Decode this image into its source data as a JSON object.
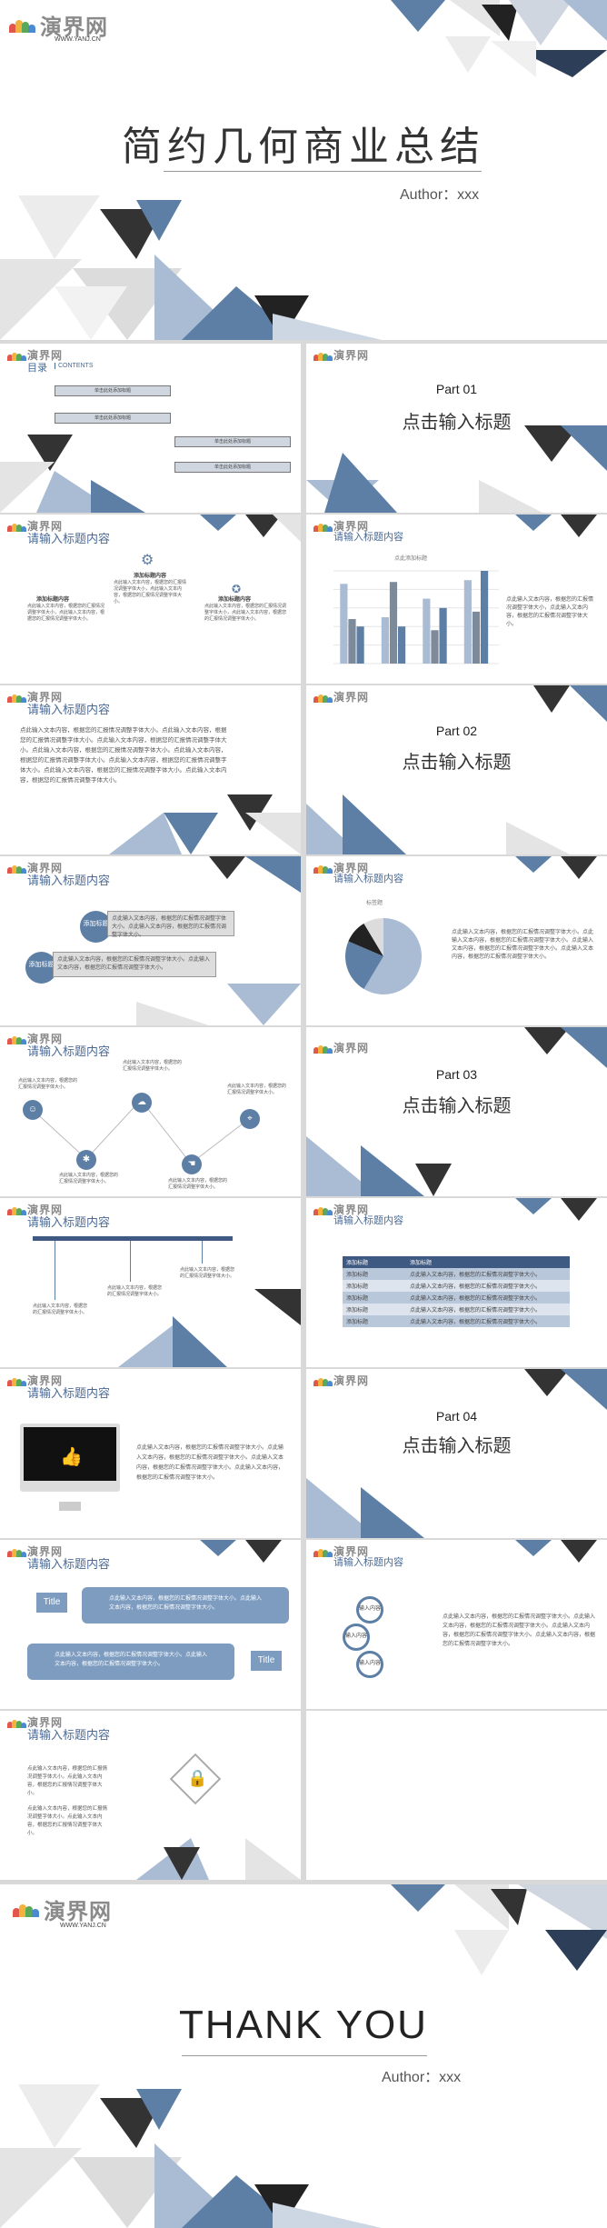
{
  "brand": {
    "logo_text": "演界网",
    "logo_url": "WWW.YANJ.CN"
  },
  "colors": {
    "accent": "#5d7fa6",
    "dark": "#2c3e58",
    "light": "#a9bcd3",
    "grey": "#e8e8e8"
  },
  "cover": {
    "title": "简约几何商业总结",
    "author": "Author：xxx"
  },
  "toc": {
    "title": "目录",
    "subtitle": "CONTENTS",
    "items": [
      "单击此处添加标题",
      "单击此处添加标题",
      "单击此处添加标题",
      "单击此处添加标题"
    ]
  },
  "parts": [
    {
      "label": "Part   01",
      "title": "点击输入标题"
    },
    {
      "label": "Part   02",
      "title": "点击输入标题"
    },
    {
      "label": "Part   03",
      "title": "点击输入标题"
    },
    {
      "label": "Part   04",
      "title": "点击输入标题"
    }
  ],
  "content_title": "请输入标题内容",
  "slide3": {
    "center_title": "添加标题内容",
    "center_text": "点此输入文本内容，根据您的汇报情况调整字体大小，点此输入文本内容，根据您的汇报情况调整字体大小。",
    "left_title": "添加标题内容",
    "left_text": "点此输入文本内容，根据您的汇报情况调整字体大小，点此输入文本内容，根据您的汇报情况调整字体大小。",
    "right_title": "添加标题内容",
    "right_text": "点此输入文本内容，根据您的汇报情况调整字体大小，点此输入文本内容，根据您的汇报情况调整字体大小。",
    "icons": [
      "gear-icon",
      "compass-icon"
    ]
  },
  "slide4": {
    "chart_title": "点此添加标题",
    "text": "点此输入文本内容，根据您的汇报情况调整字体大小，点此输入文本内容，根据您的汇报情况调整字体大小。"
  },
  "chart_data": [
    {
      "type": "bar",
      "title": "点此添加标题",
      "categories": [
        "",
        "",
        "",
        ""
      ],
      "series": [
        {
          "values": [
            4.3,
            2.5,
            3.5,
            4.5
          ]
        },
        {
          "values": [
            2.4,
            4.4,
            1.8,
            2.8
          ]
        },
        {
          "values": [
            2,
            2,
            3,
            5
          ]
        }
      ],
      "ylim": [
        0,
        5
      ]
    },
    {
      "type": "pie",
      "title": "标签题",
      "values": [
        8.2,
        3.2,
        1.4,
        1.2
      ],
      "labels": [
        "",
        "",
        "",
        ""
      ]
    }
  ],
  "slide5": {
    "text": "点此输入文本内容，根据您的汇报情况调整字体大小。点此输入文本内容，根据您的汇报情况调整字体大小。点此输入文本内容，根据您的汇报情况调整字体大小。点此输入文本内容，根据您的汇报情况调整字体大小。点此输入文本内容，根据您的汇报情况调整字体大小。点此输入文本内容，根据您的汇报情况调整字体大小。点此输入文本内容，根据您的汇报情况调整字体大小。点此输入文本内容，根据您的汇报情况调整字体大小。"
  },
  "slide7": {
    "tags": [
      "添加标题",
      "添加标题"
    ],
    "text": "点此输入文本内容，根据您的汇报情况调整字体大小。点此输入文本内容，根据您的汇报情况调整字体大小。"
  },
  "slide8": {
    "pie_title": "标签题",
    "text": "点此输入文本内容，根据您的汇报情况调整字体大小。点此输入文本内容，根据您的汇报情况调整字体大小。点此输入文本内容，根据您的汇报情况调整字体大小。点此输入文本内容，根据您的汇报情况调整字体大小。"
  },
  "slide9": {
    "text": "点此输入文本内容，根据您的汇报情况调整字体大小。"
  },
  "slide11": {
    "text": "点此输入文本内容，根据您的汇报情况调整字体大小。"
  },
  "slide12": {
    "header": [
      "添加标题",
      "添加标题"
    ],
    "rows": [
      [
        "添加标题",
        "点此输入文本内容，根据您的汇报情况调整字体大小。"
      ],
      [
        "添加标题",
        "点此输入文本内容，根据您的汇报情况调整字体大小。"
      ],
      [
        "添加标题",
        "点此输入文本内容，根据您的汇报情况调整字体大小。"
      ],
      [
        "添加标题",
        "点此输入文本内容，根据您的汇报情况调整字体大小。"
      ],
      [
        "添加标题",
        "点此输入文本内容，根据您的汇报情况调整字体大小。"
      ]
    ]
  },
  "slide13": {
    "text": "点此输入文本内容，根据您的汇报情况调整字体大小。点此输入文本内容，根据您的汇报情况调整字体大小。点此输入文本内容，根据您的汇报情况调整字体大小。点此输入文本内容，根据您的汇报情况调整字体大小。"
  },
  "slide15": {
    "box_title": "Title",
    "text": "点此输入文本内容，根据您的汇报情况调整字体大小。点此输入文本内容，根据您的汇报情况调整字体大小。"
  },
  "slide16": {
    "labels": [
      "输入内容",
      "输入内容",
      "输入内容"
    ],
    "text": "点此输入文本内容，根据您的汇报情况调整字体大小。点此输入文本内容，根据您的汇报情况调整字体大小。点此输入文本内容，根据您的汇报情况调整字体大小。点此输入文本内容，根据您的汇报情况调整字体大小。"
  },
  "slide17": {
    "text1": "点此输入文本内容，根据您的汇报情况调整字体大小。点此输入文本内容，根据您的汇报情况调整字体大小。",
    "text2": "点此输入文本内容，根据您的汇报情况调整字体大小。点此输入文本内容，根据您的汇报情况调整字体大小。"
  },
  "end": {
    "title": "THANK  YOU",
    "author": "Author：xxx"
  }
}
